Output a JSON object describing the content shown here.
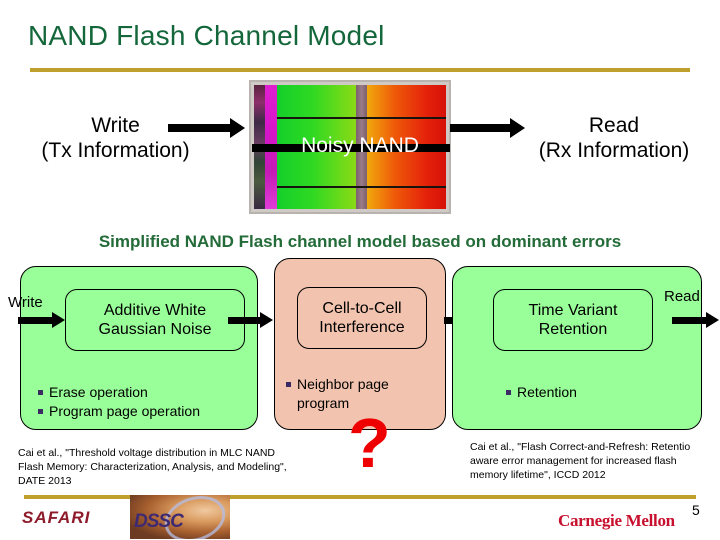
{
  "slide": {
    "title": "NAND Flash Channel Model",
    "page_number": "5",
    "accent_gold": "#C0A02C",
    "title_color": "#14673B"
  },
  "channel": {
    "write_line1": "Write",
    "write_line2": "(Tx Information)",
    "nand_label": "Noisy NAND",
    "read_line1": "Read",
    "read_line2": "(Rx Information)"
  },
  "subtitle": "Simplified NAND Flash channel model based on dominant errors",
  "flow": {
    "input_label": "Write",
    "output_label": "Read",
    "question_mark": "?",
    "stages": [
      {
        "title_line1": "Additive White",
        "title_line2": "Gaussian Noise",
        "color": "#99FF99",
        "bullets": [
          "Erase operation",
          "Program page operation"
        ]
      },
      {
        "title_line1": "Cell-to-Cell",
        "title_line2": "Interference",
        "color": "#F2C4AF",
        "bullets": [
          "Neighbor page",
          "program"
        ]
      },
      {
        "title_line1": "Time Variant",
        "title_line2": "Retention",
        "color": "#99FF99",
        "bullets": [
          "Retention"
        ]
      }
    ]
  },
  "citations": {
    "left_line1": "Cai et al., \"Threshold voltage distribution in MLC NAND",
    "left_line2": "Flash Memory: Characterization, Analysis, and Modeling\",",
    "left_line3": "DATE 2013",
    "right_line1": "Cai et al., \"Flash Correct-and-Refresh: Retentio",
    "right_line2": "aware error management for increased flash",
    "right_line3": "memory lifetime\", ICCD 2012"
  },
  "footer": {
    "safari": "SAFARI",
    "dssc": "DSSC",
    "cmu": "Carnegie Mellon"
  }
}
